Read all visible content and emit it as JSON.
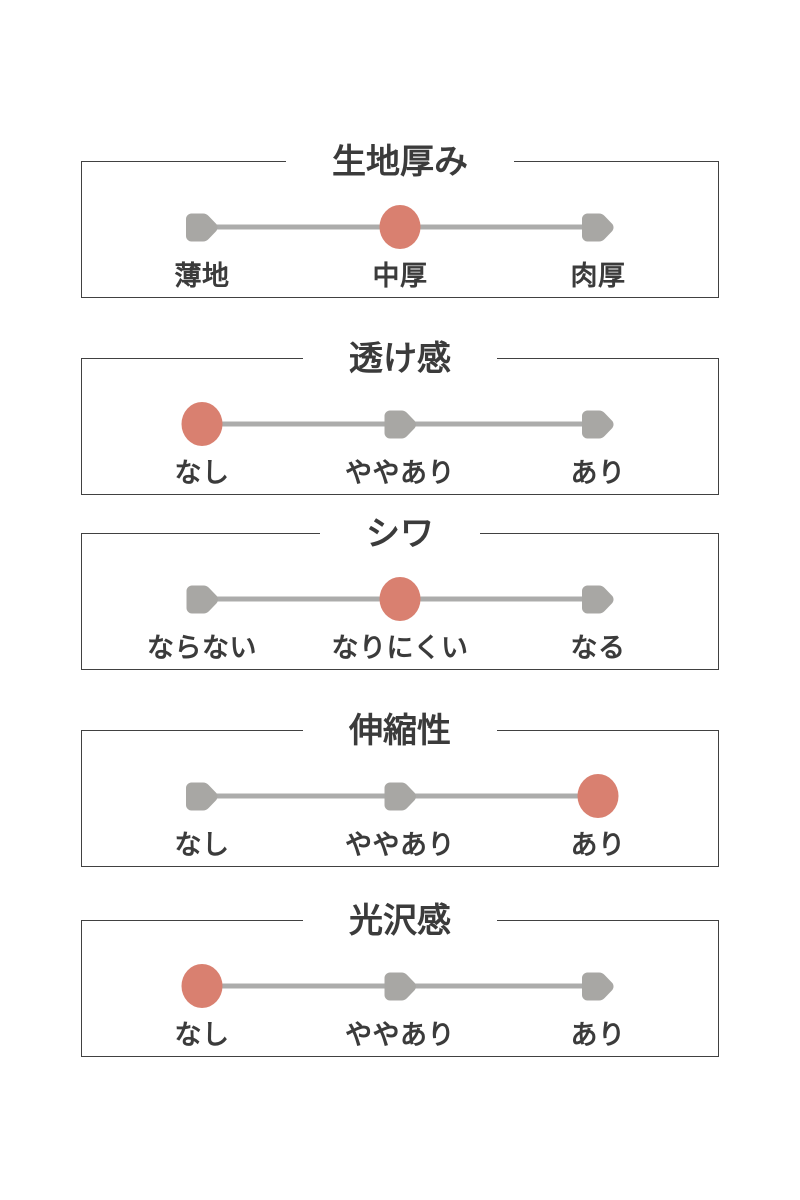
{
  "chart_data": {
    "type": "table",
    "description": "fabric attribute rating scales, one selected level per attribute",
    "colors": {
      "accent": "#d98070",
      "marker_gray": "#a8a7a4",
      "track_gray": "#acacab",
      "text": "#3b3b3b",
      "border": "#414141",
      "bg": "#ffffff"
    },
    "sections": [
      {
        "id": "thickness",
        "title": "生地厚み",
        "options": [
          "薄地",
          "中厚",
          "肉厚"
        ],
        "selected_index": 1,
        "selected_label": "中厚"
      },
      {
        "id": "sheerness",
        "title": "透け感",
        "options": [
          "なし",
          "ややあり",
          "あり"
        ],
        "selected_index": 0,
        "selected_label": "なし"
      },
      {
        "id": "wrinkle",
        "title": "シワ",
        "options": [
          "ならない",
          "なりにくい",
          "なる"
        ],
        "selected_index": 1,
        "selected_label": "なりにくい"
      },
      {
        "id": "stretch",
        "title": "伸縮性",
        "options": [
          "なし",
          "ややあり",
          "あり"
        ],
        "selected_index": 2,
        "selected_label": "あり"
      },
      {
        "id": "gloss",
        "title": "光沢感",
        "options": [
          "なし",
          "ややあり",
          "あり"
        ],
        "selected_index": 0,
        "selected_label": "なし"
      }
    ]
  }
}
